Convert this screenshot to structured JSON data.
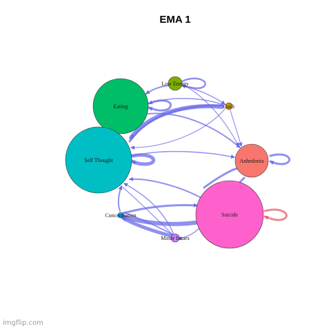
{
  "title": "EMA 1",
  "watermark": "imgflip.com",
  "nodes": {
    "low_energy": {
      "label": "Low Energy",
      "color": "#7CAE00"
    },
    "eating": {
      "label": "Eating",
      "color": "#00BE67"
    },
    "guilt": {
      "label": "Guilt",
      "color": "#CD9600"
    },
    "self_thought": {
      "label": "Self Thought",
      "color": "#00BFC4"
    },
    "anhedonia": {
      "label": "Anhedonia",
      "color": "#F8766D"
    },
    "concentration": {
      "label": "Concentration",
      "color": "#00A9FF"
    },
    "suicide": {
      "label": "Suicide",
      "color": "#FF61CC"
    },
    "motor_issues": {
      "label": "Motor Issues",
      "color": "#C77CFF"
    }
  },
  "edge_colors": {
    "positive": "#6B6BEA",
    "negative": "#E8606B"
  }
}
